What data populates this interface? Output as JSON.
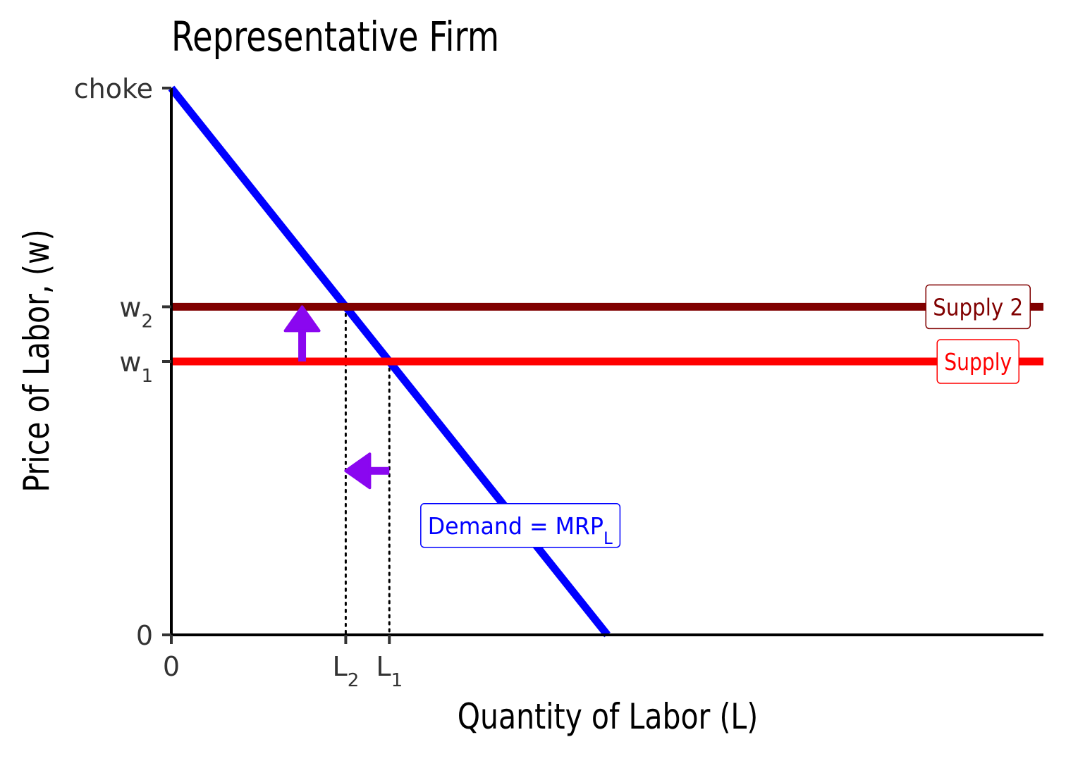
{
  "chart_data": {
    "type": "line",
    "title": "Representative Firm",
    "xlabel": "Quantity of Labor (L)",
    "ylabel": "Price of Labor, (w)",
    "xlim": [
      0,
      10
    ],
    "ylim": [
      0,
      10
    ],
    "x_ticks": [
      {
        "value": 0,
        "label": "0",
        "sub": ""
      },
      {
        "value": 2,
        "label": "L",
        "sub": "2"
      },
      {
        "value": 2.5,
        "label": "L",
        "sub": "1"
      }
    ],
    "y_ticks": [
      {
        "value": 0,
        "label": "0",
        "sub": ""
      },
      {
        "value": 5,
        "label": "w",
        "sub": "1"
      },
      {
        "value": 6,
        "label": "w",
        "sub": "2"
      },
      {
        "value": 10,
        "label": "choke",
        "sub": ""
      }
    ],
    "series": [
      {
        "name": "Demand = MRP",
        "name_sub": "L",
        "color": "#0000ff",
        "x": [
          0,
          5
        ],
        "y": [
          10,
          0
        ],
        "label_at": [
          4,
          2
        ]
      },
      {
        "name": "Supply",
        "name_sub": "",
        "color": "#ff0000",
        "x": [
          0,
          10
        ],
        "y": [
          5,
          5
        ],
        "label_at": [
          9.25,
          5
        ]
      },
      {
        "name": "Supply 2",
        "name_sub": "",
        "color": "#800000",
        "x": [
          0,
          10
        ],
        "y": [
          6,
          6
        ],
        "label_at": [
          9.25,
          6
        ]
      }
    ],
    "guides": [
      {
        "x": 2,
        "y": 6
      },
      {
        "x": 2.5,
        "y": 5
      }
    ],
    "arrows": [
      {
        "from": [
          1.5,
          5
        ],
        "to": [
          1.5,
          6
        ],
        "color": "#8a07f0"
      },
      {
        "from": [
          2.5,
          3
        ],
        "to": [
          2,
          3
        ],
        "color": "#8a07f0"
      }
    ],
    "grid": false,
    "legend": "none"
  }
}
